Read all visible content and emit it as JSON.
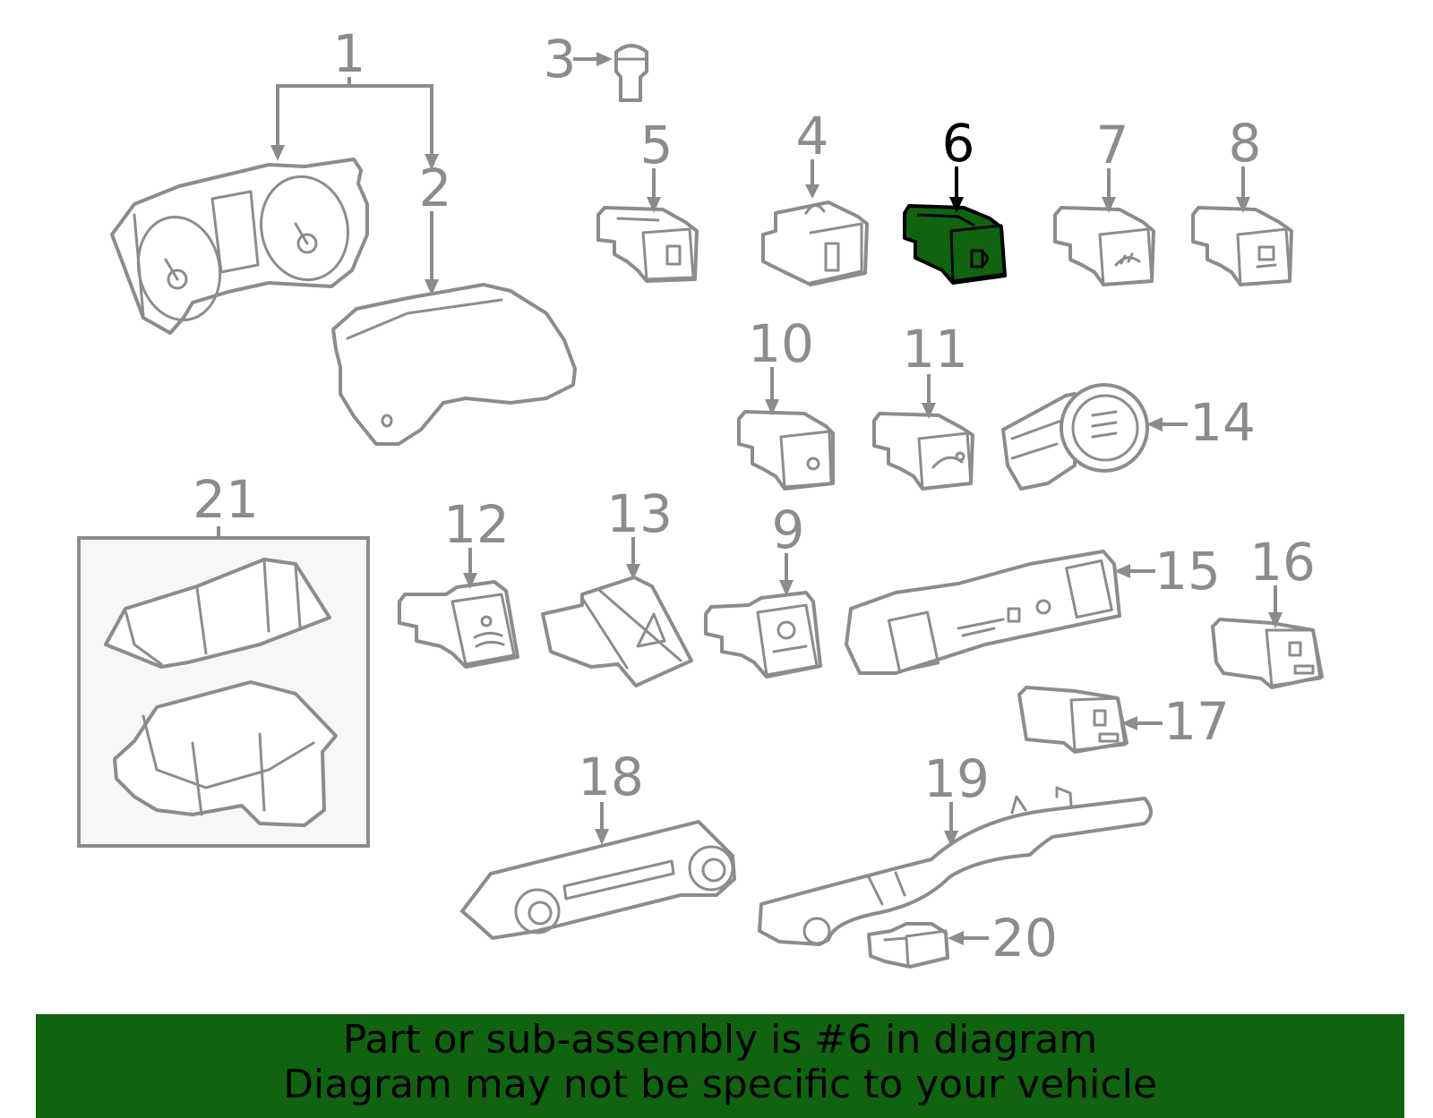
{
  "callouts": {
    "c1": "1",
    "c2": "2",
    "c3": "3",
    "c4": "4",
    "c5": "5",
    "c6": "6",
    "c7": "7",
    "c8": "8",
    "c9": "9",
    "c10": "10",
    "c11": "11",
    "c12": "12",
    "c13": "13",
    "c14": "14",
    "c15": "15",
    "c16": "16",
    "c17": "17",
    "c18": "18",
    "c19": "19",
    "c20": "20",
    "c21": "21"
  },
  "highlighted_part": "6",
  "colors": {
    "highlight": "#106410",
    "line": "#8c8c8c"
  },
  "banner": {
    "line1": "Part or sub-assembly is #6 in diagram",
    "line2": "Diagram may not be specific to your vehicle"
  }
}
